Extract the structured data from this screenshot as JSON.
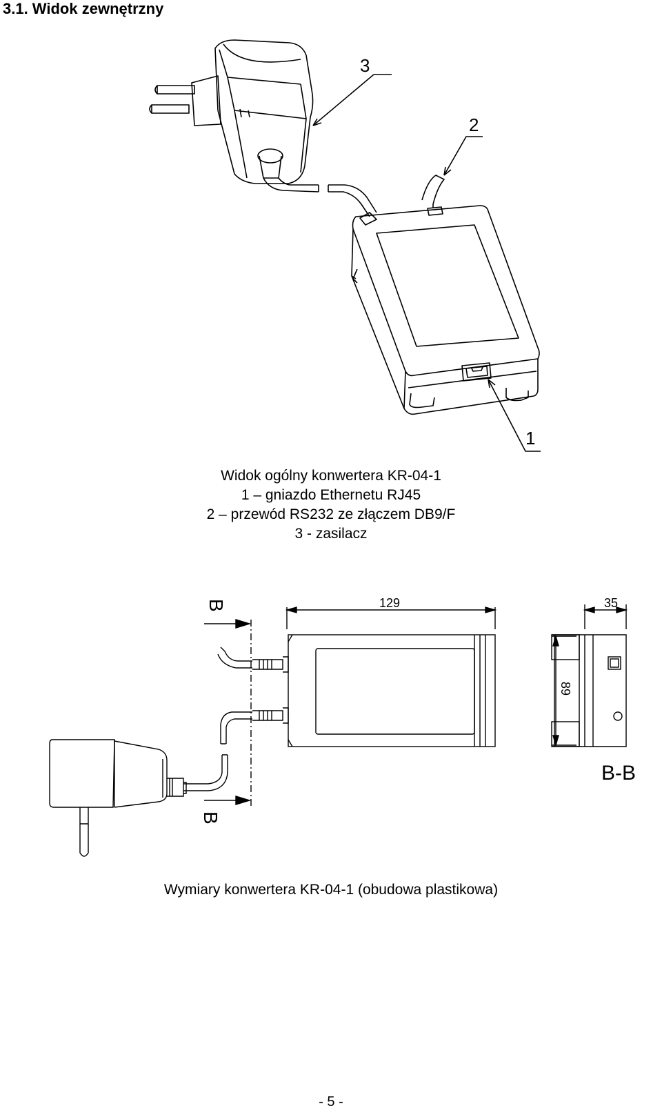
{
  "section": {
    "title": "3.1. Widok zewnętrzny"
  },
  "general_view": {
    "callouts": [
      "1",
      "2",
      "3"
    ],
    "caption_lines": [
      "Widok ogólny konwertera KR-04-1",
      "1 – gniazdo Ethernetu RJ45",
      "2 – przewód RS232 ze złączem DB9/F",
      "3 - zasilacz"
    ]
  },
  "dimension_view": {
    "length": "129",
    "depth": "35",
    "height": "89",
    "section_mark": "B",
    "section_label": "B-B",
    "caption": "Wymiary konwertera KR-04-1 (obudowa plastikowa)"
  },
  "page": {
    "number": "- 5 -"
  }
}
